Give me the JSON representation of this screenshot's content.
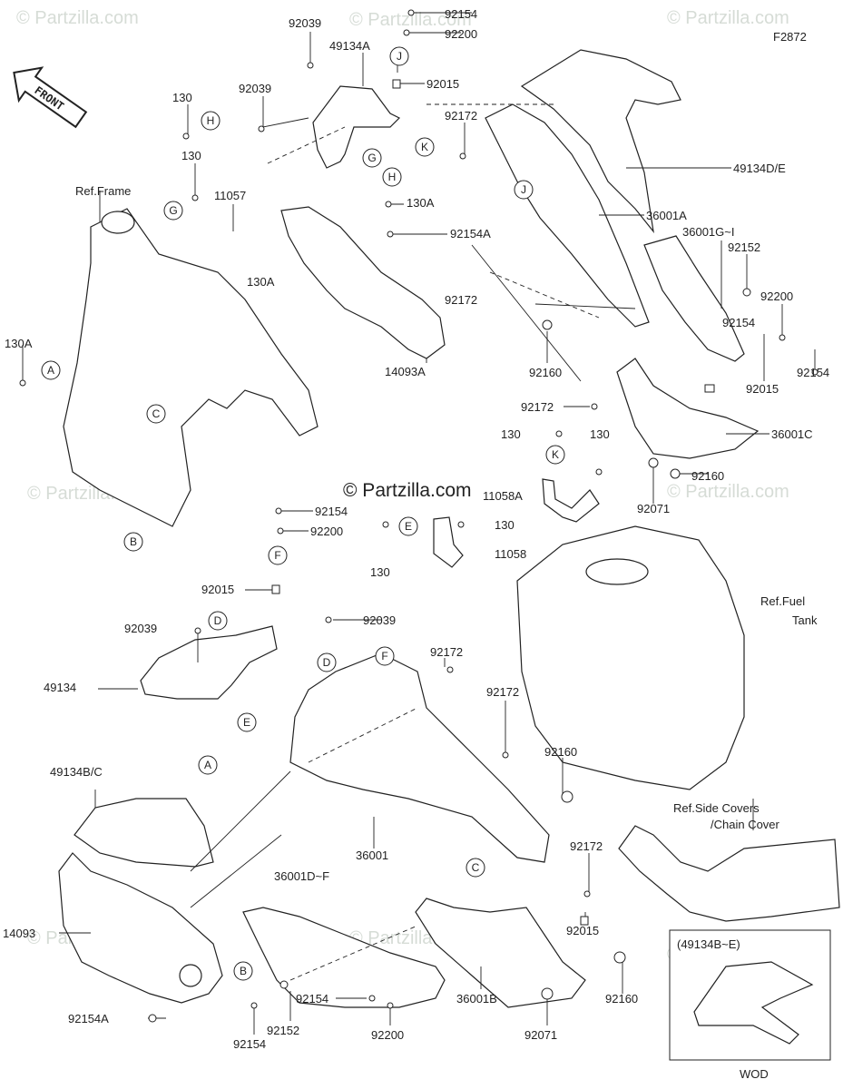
{
  "figure_code": "F2872",
  "front_label": "FRONT",
  "watermark": "© Partzilla.com",
  "center_watermark": "© Partzilla.com",
  "labels": [
    "92039",
    "49134A",
    "92154",
    "92200",
    "92015",
    "92039",
    "130",
    "92172",
    "49134D/E",
    "130",
    "Ref.Frame",
    "11057",
    "130A",
    "36001A",
    "92154A",
    "36001G~I",
    "92152",
    "130A",
    "92200",
    "92172",
    "92154",
    "92154",
    "130A",
    "14093A",
    "92160",
    "92015",
    "92172",
    "130",
    "130",
    "36001C",
    "11058A",
    "92160",
    "92071",
    "92154",
    "92200",
    "130",
    "11058",
    "130",
    "92015",
    "Ref.Fuel",
    "Tank",
    "92039",
    "92039",
    "49134",
    "92172",
    "92172",
    "49134B/C",
    "92160",
    "36001",
    "Ref.Side Covers",
    "/Chain Cover",
    "92172",
    "36001D~F",
    "14093",
    "92015",
    "92160",
    "92154",
    "36001B",
    "92154A",
    "92152",
    "92200",
    "92071",
    "92154"
  ],
  "callouts": [
    "J",
    "H",
    "K",
    "G",
    "H",
    "G",
    "J",
    "A",
    "C",
    "K",
    "B",
    "E",
    "F",
    "D",
    "D",
    "F",
    "E",
    "A",
    "C",
    "B"
  ],
  "inset": {
    "title": "(49134B~E)",
    "code": "WOD"
  }
}
